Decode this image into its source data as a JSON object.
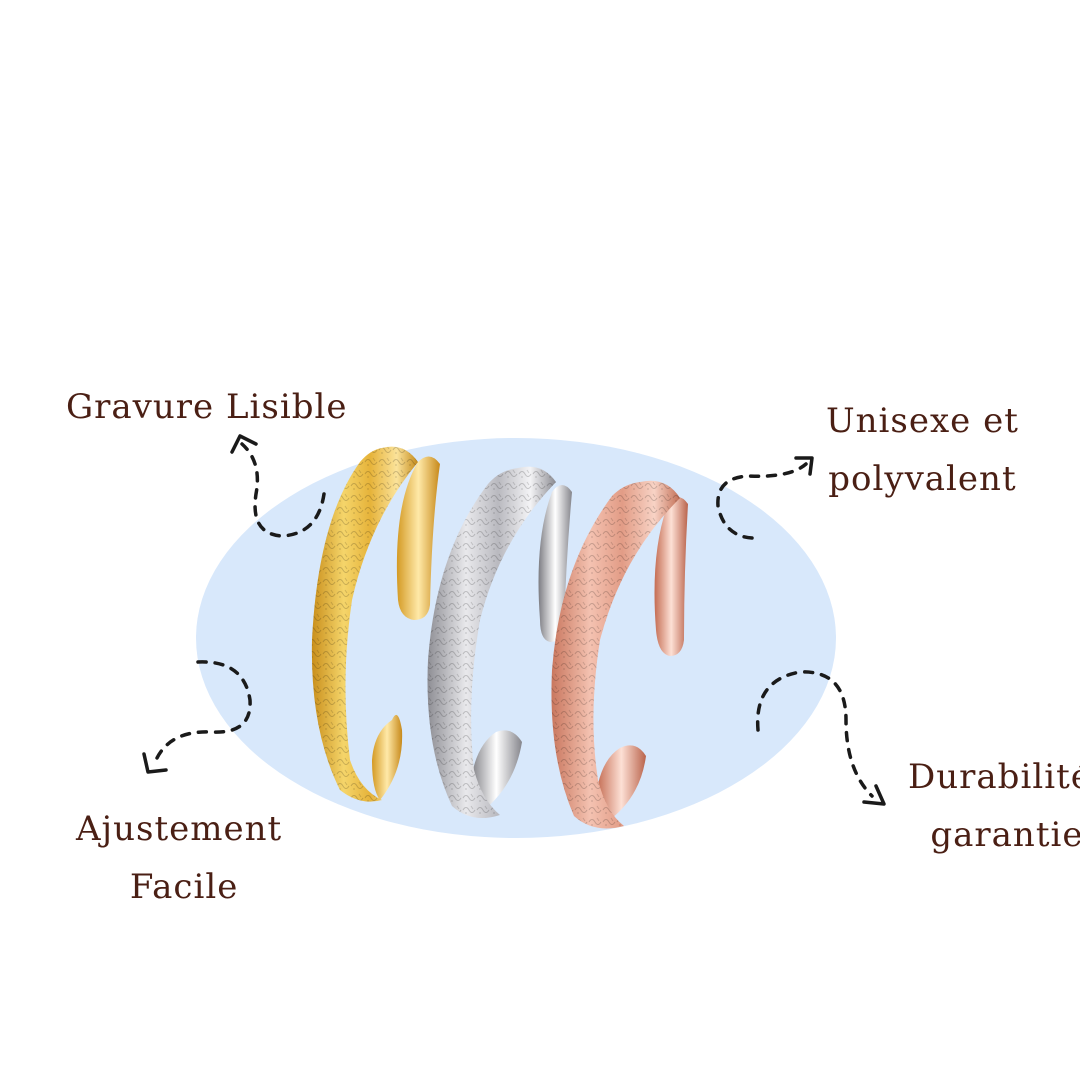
{
  "features": {
    "gravure": {
      "line1": "Gravure Lisible"
    },
    "unisexe": {
      "line1": "Unisexe et",
      "line2": "polyvalent"
    },
    "ajustement": {
      "line1": "Ajustement",
      "line2": "Facile"
    },
    "durabilite": {
      "line1": "Durabilité",
      "line2": "garantie"
    }
  },
  "colors": {
    "background": "#ffffff",
    "ellipse": "#d8e8fb",
    "text": "#4a1f14",
    "arrow": "#1a1a1a",
    "gold": "#e9b93a",
    "silver": "#c9c9cc",
    "rose_gold": "#e8a38e"
  },
  "product": {
    "items": [
      "gold-cuff-bracelet",
      "silver-cuff-bracelet",
      "rose-gold-cuff-bracelet"
    ]
  }
}
